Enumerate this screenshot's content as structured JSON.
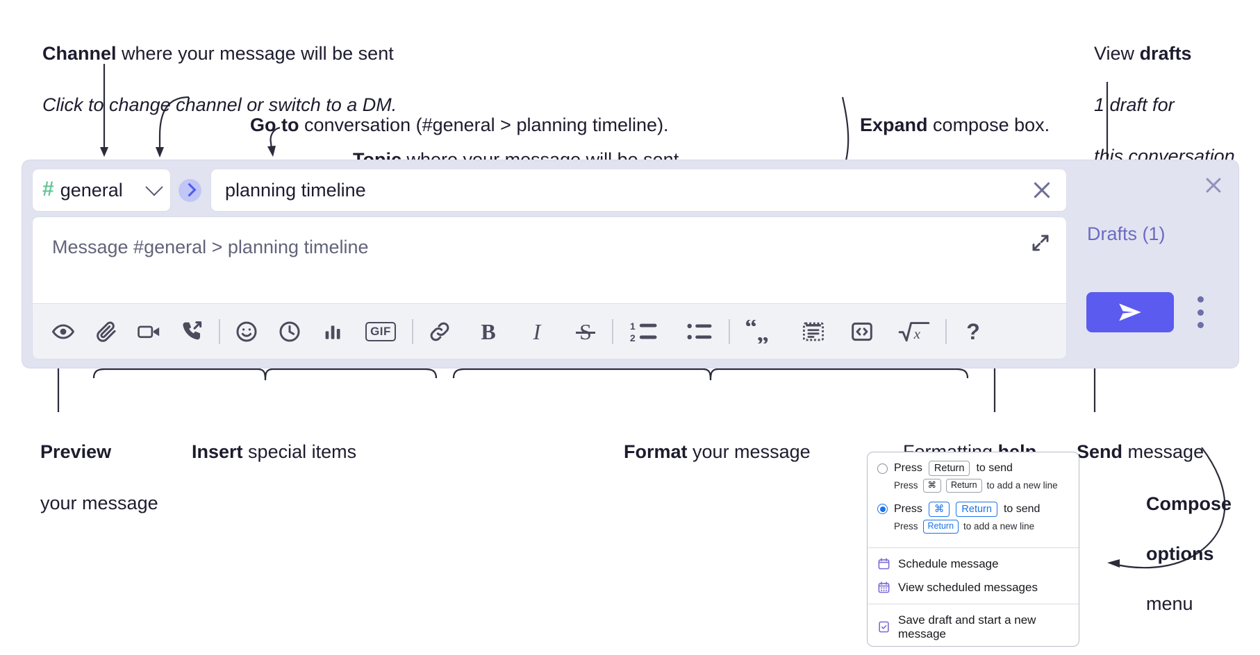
{
  "annotations": {
    "channel": {
      "bold": "Channel",
      "rest": " where your message will be sent",
      "italic": "Click to change channel or switch to a DM."
    },
    "goto": {
      "bold": "Go to",
      "rest": " conversation (#general > planning timeline)."
    },
    "topic": {
      "bold": "Topic",
      "rest": " where your message will be sent"
    },
    "expand": {
      "bold": "Expand",
      "rest": " compose box."
    },
    "drafts": {
      "rest": "View ",
      "bold": "drafts",
      "italic1": "1 draft for",
      "italic2": "this conversation"
    },
    "preview": {
      "bold": "Preview",
      "rest": "your message"
    },
    "insert": {
      "bold": "Insert",
      "rest": " special items"
    },
    "format": {
      "bold": "Format",
      "rest": " your message"
    },
    "formatting_help": {
      "rest": "Formatting ",
      "bold": "help"
    },
    "send": {
      "bold": "Send",
      "rest": " message"
    },
    "compose_options": {
      "bold1": "Compose",
      "bold2": "options",
      "rest": "menu"
    }
  },
  "compose": {
    "channel": {
      "name": "general",
      "hash_icon": "hash-icon",
      "chevron_icon": "chevron-down-icon"
    },
    "goto_icon": "chevron-right-icon",
    "topic": {
      "value": "planning timeline",
      "clear_icon": "close-icon"
    },
    "message": {
      "placeholder": "Message #general > planning timeline",
      "value": ""
    },
    "expand_icon": "expand-arrows-icon",
    "close_icon": "close-icon",
    "drafts_label": "Drafts (1)",
    "send_icon": "send-paper-plane-icon",
    "kebab_icon": "vertical-dots-icon",
    "accent_color": "#5b5bf0",
    "panel_color": "#e2e3f0",
    "drafts_link_color": "#6a6bc4",
    "toolbar": [
      {
        "name": "preview-button",
        "icon": "eye-icon",
        "label": ""
      },
      {
        "name": "attach-button",
        "icon": "paperclip-icon",
        "label": ""
      },
      {
        "name": "video-clip-button",
        "icon": "video-camera-icon",
        "label": ""
      },
      {
        "name": "audio-clip-button",
        "icon": "phone-arrow-icon",
        "label": ""
      },
      {
        "name": "emoji-button",
        "icon": "smiley-icon",
        "label": ""
      },
      {
        "name": "schedule-button",
        "icon": "clock-icon",
        "label": ""
      },
      {
        "name": "poll-button",
        "icon": "bar-chart-icon",
        "label": ""
      },
      {
        "name": "gif-button",
        "icon": "gif-icon",
        "label": "GIF"
      },
      {
        "name": "link-button",
        "icon": "link-icon",
        "label": ""
      },
      {
        "name": "bold-button",
        "icon": "bold-icon",
        "label": "B"
      },
      {
        "name": "italic-button",
        "icon": "italic-icon",
        "label": "I"
      },
      {
        "name": "strikethrough-button",
        "icon": "strikethrough-icon",
        "label": "S"
      },
      {
        "name": "ordered-list-button",
        "icon": "ordered-list-icon",
        "label": ""
      },
      {
        "name": "bulleted-list-button",
        "icon": "bulleted-list-icon",
        "label": ""
      },
      {
        "name": "blockquote-button",
        "icon": "quote-icon",
        "label": ""
      },
      {
        "name": "code-block-button",
        "icon": "code-block-icon",
        "label": ""
      },
      {
        "name": "code-button",
        "icon": "code-brackets-icon",
        "label": ""
      },
      {
        "name": "latex-button",
        "icon": "square-root-x-icon",
        "label": ""
      },
      {
        "name": "help-button",
        "icon": "question-mark-icon",
        "label": "?"
      }
    ]
  },
  "compose_menu": {
    "option1": {
      "selected": false,
      "pre": "Press",
      "key": "Return",
      "post": "to send",
      "sub_pre": "Press",
      "sub_key1": "⌘",
      "sub_key2": "Return",
      "sub_post": "to add a new line"
    },
    "option2": {
      "selected": true,
      "pre": "Press",
      "key1": "⌘",
      "key2": "Return",
      "post": "to send",
      "sub_pre": "Press",
      "sub_key": "Return",
      "sub_post": "to add a new line"
    },
    "items": [
      {
        "label": "Schedule message",
        "icon": "calendar-icon"
      },
      {
        "label": "View scheduled messages",
        "icon": "calendar-grid-icon"
      },
      {
        "label": "Save draft and start a new message",
        "icon": "document-check-icon"
      }
    ],
    "selected_color": "#1a73e8",
    "icon_color": "#7b68d6"
  }
}
